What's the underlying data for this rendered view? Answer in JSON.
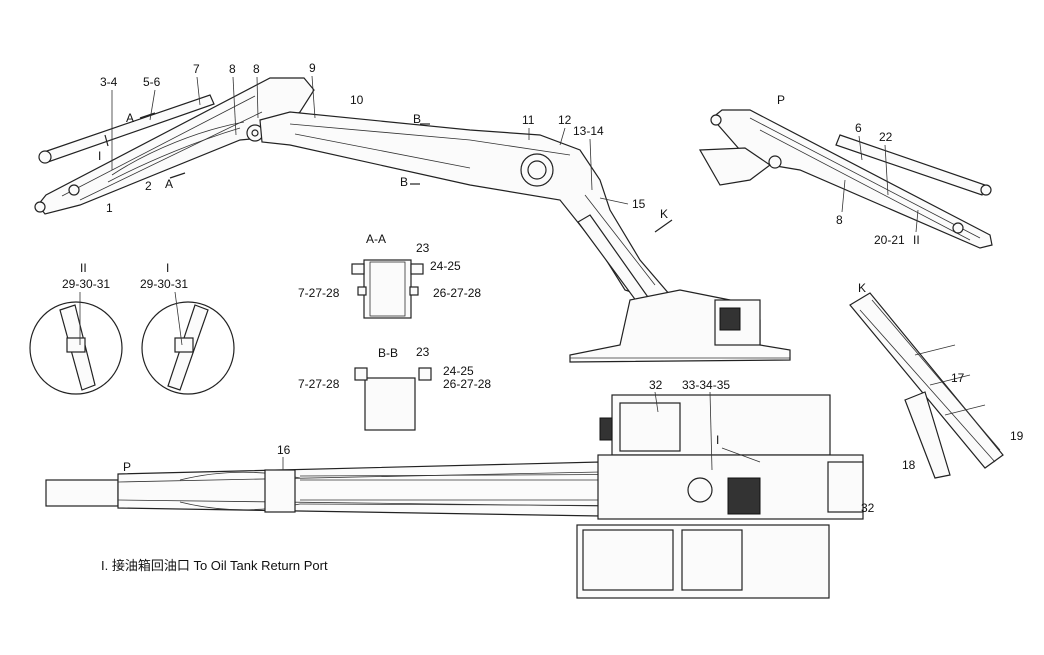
{
  "callouts": {
    "c3_4": "3-4",
    "c5_6": "5-6",
    "c7": "7",
    "c8a": "8",
    "c8b": "8",
    "c9": "9",
    "c10": "10",
    "c11": "11",
    "c12": "12",
    "c13_14": "13-14",
    "c15": "15",
    "c1": "1",
    "c2": "2",
    "cA_top": "A",
    "cA_bot": "A",
    "cB_top": "B",
    "cB_bot": "B",
    "cI_boom": "I",
    "cK_arrow": "K",
    "cP_right": "P",
    "c6_right": "6",
    "c22_right": "22",
    "c8_right": "8",
    "c20_21": "20-21",
    "cII_right": "II",
    "cII_detail": "II",
    "cI_detail": "I",
    "c29_31_left": "29-30-31",
    "c29_31_right": "29-30-31",
    "cAA": "A-A",
    "c23a": "23",
    "c24_25a": "24-25",
    "c7_27_28a": "7-27-28",
    "c26_27_28a": "26-27-28",
    "cBB": "B-B",
    "c23b": "23",
    "c24_25b": "24-25",
    "c7_27_28b": "7-27-28",
    "c26_27_28b": "26-27-28",
    "cK_view": "K",
    "c17": "17",
    "c19": "19",
    "c18": "18",
    "c32_top": "32",
    "c33_35": "33-34-35",
    "cI_chassis": "I",
    "c16": "16",
    "cP_chassis": "P",
    "c32_right": "32"
  },
  "legend": {
    "text": "I. 接油箱回油口  To Oil Tank Return Port"
  }
}
